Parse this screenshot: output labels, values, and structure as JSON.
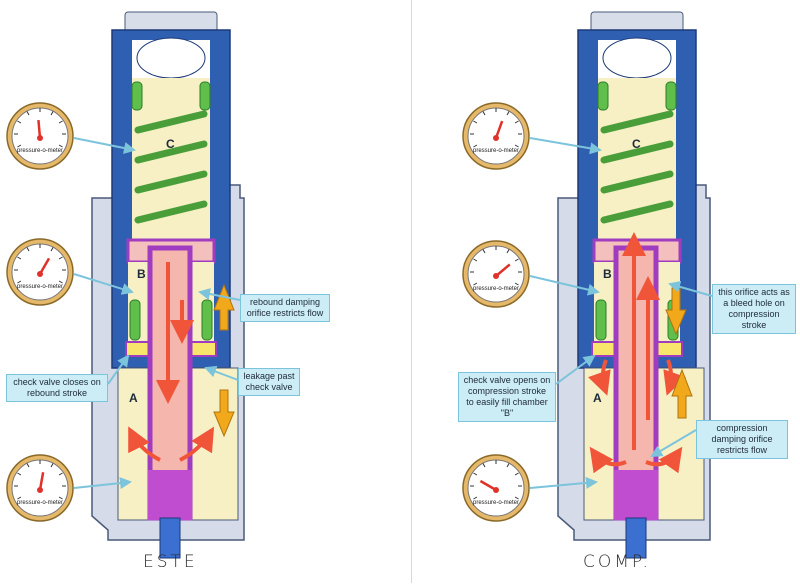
{
  "left_panel": {
    "caption": "ESTE",
    "chamber_labels": {
      "upper": "C",
      "middle": "B",
      "lower": "A"
    },
    "gauge_label": "pressure-o-meter",
    "callouts": {
      "rebound_orifice": "rebound damping orifice restricts flow",
      "leakage": "leakage past check valve",
      "check_valve": "check valve closes on rebound stroke"
    }
  },
  "right_panel": {
    "caption": "COMP.",
    "chamber_labels": {
      "upper": "C",
      "middle": "B",
      "lower": "A"
    },
    "gauge_label": "pressure-o-meter",
    "callouts": {
      "bleed_hole": "this orifice acts as a bleed hole on compression stroke",
      "check_valve": "check valve opens on compression stroke to easily fill chamber \"B\"",
      "compression_orifice": "compression damping orifice restricts flow"
    }
  },
  "colors": {
    "body_blue": "#2f5fb0",
    "outer_gray": "#cfd6e4",
    "fluid_yellow": "#f6f0c4",
    "rod_pink": "#f4b6ad",
    "rod_purple": "#a03cc0",
    "spring_green": "#5fbf4a",
    "arrow_red": "#f0553a",
    "arrow_orange": "#f2a81b",
    "callout_fill": "#ccecf6"
  }
}
